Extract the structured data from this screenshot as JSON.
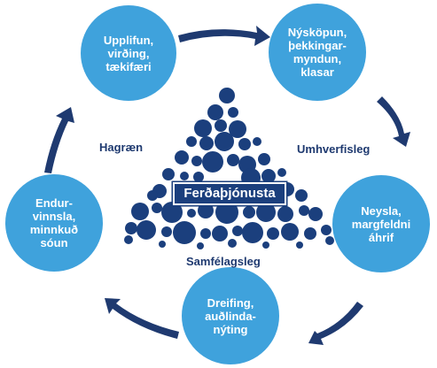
{
  "colors": {
    "node_fill": "#3fa2dc",
    "dot_fill": "#1b3f7d",
    "arrow_fill": "#1f3a70",
    "label_color": "#1f3a70"
  },
  "center": {
    "label": "Ferðaþjónusta"
  },
  "nodes": [
    {
      "id": "upplifun",
      "text": "Upplifun,\nvirðing,\ntækifæri"
    },
    {
      "id": "nyskopun",
      "text": "Nýsköpun,\nþekkingar-\nmyndun,\nklasar"
    },
    {
      "id": "neysla",
      "text": "Neysla,\nmargfeldni\náhrif"
    },
    {
      "id": "dreifing",
      "text": "Dreifing,\nauðlinda-\nnýting"
    },
    {
      "id": "endurvinnsla",
      "text": "Endur-\nvinnsla,\nminnkuð\nsóun"
    }
  ],
  "dimensions": {
    "economic": "Hagræn",
    "environmental": "Umhverfisleg",
    "social": "Samfélagsleg"
  }
}
